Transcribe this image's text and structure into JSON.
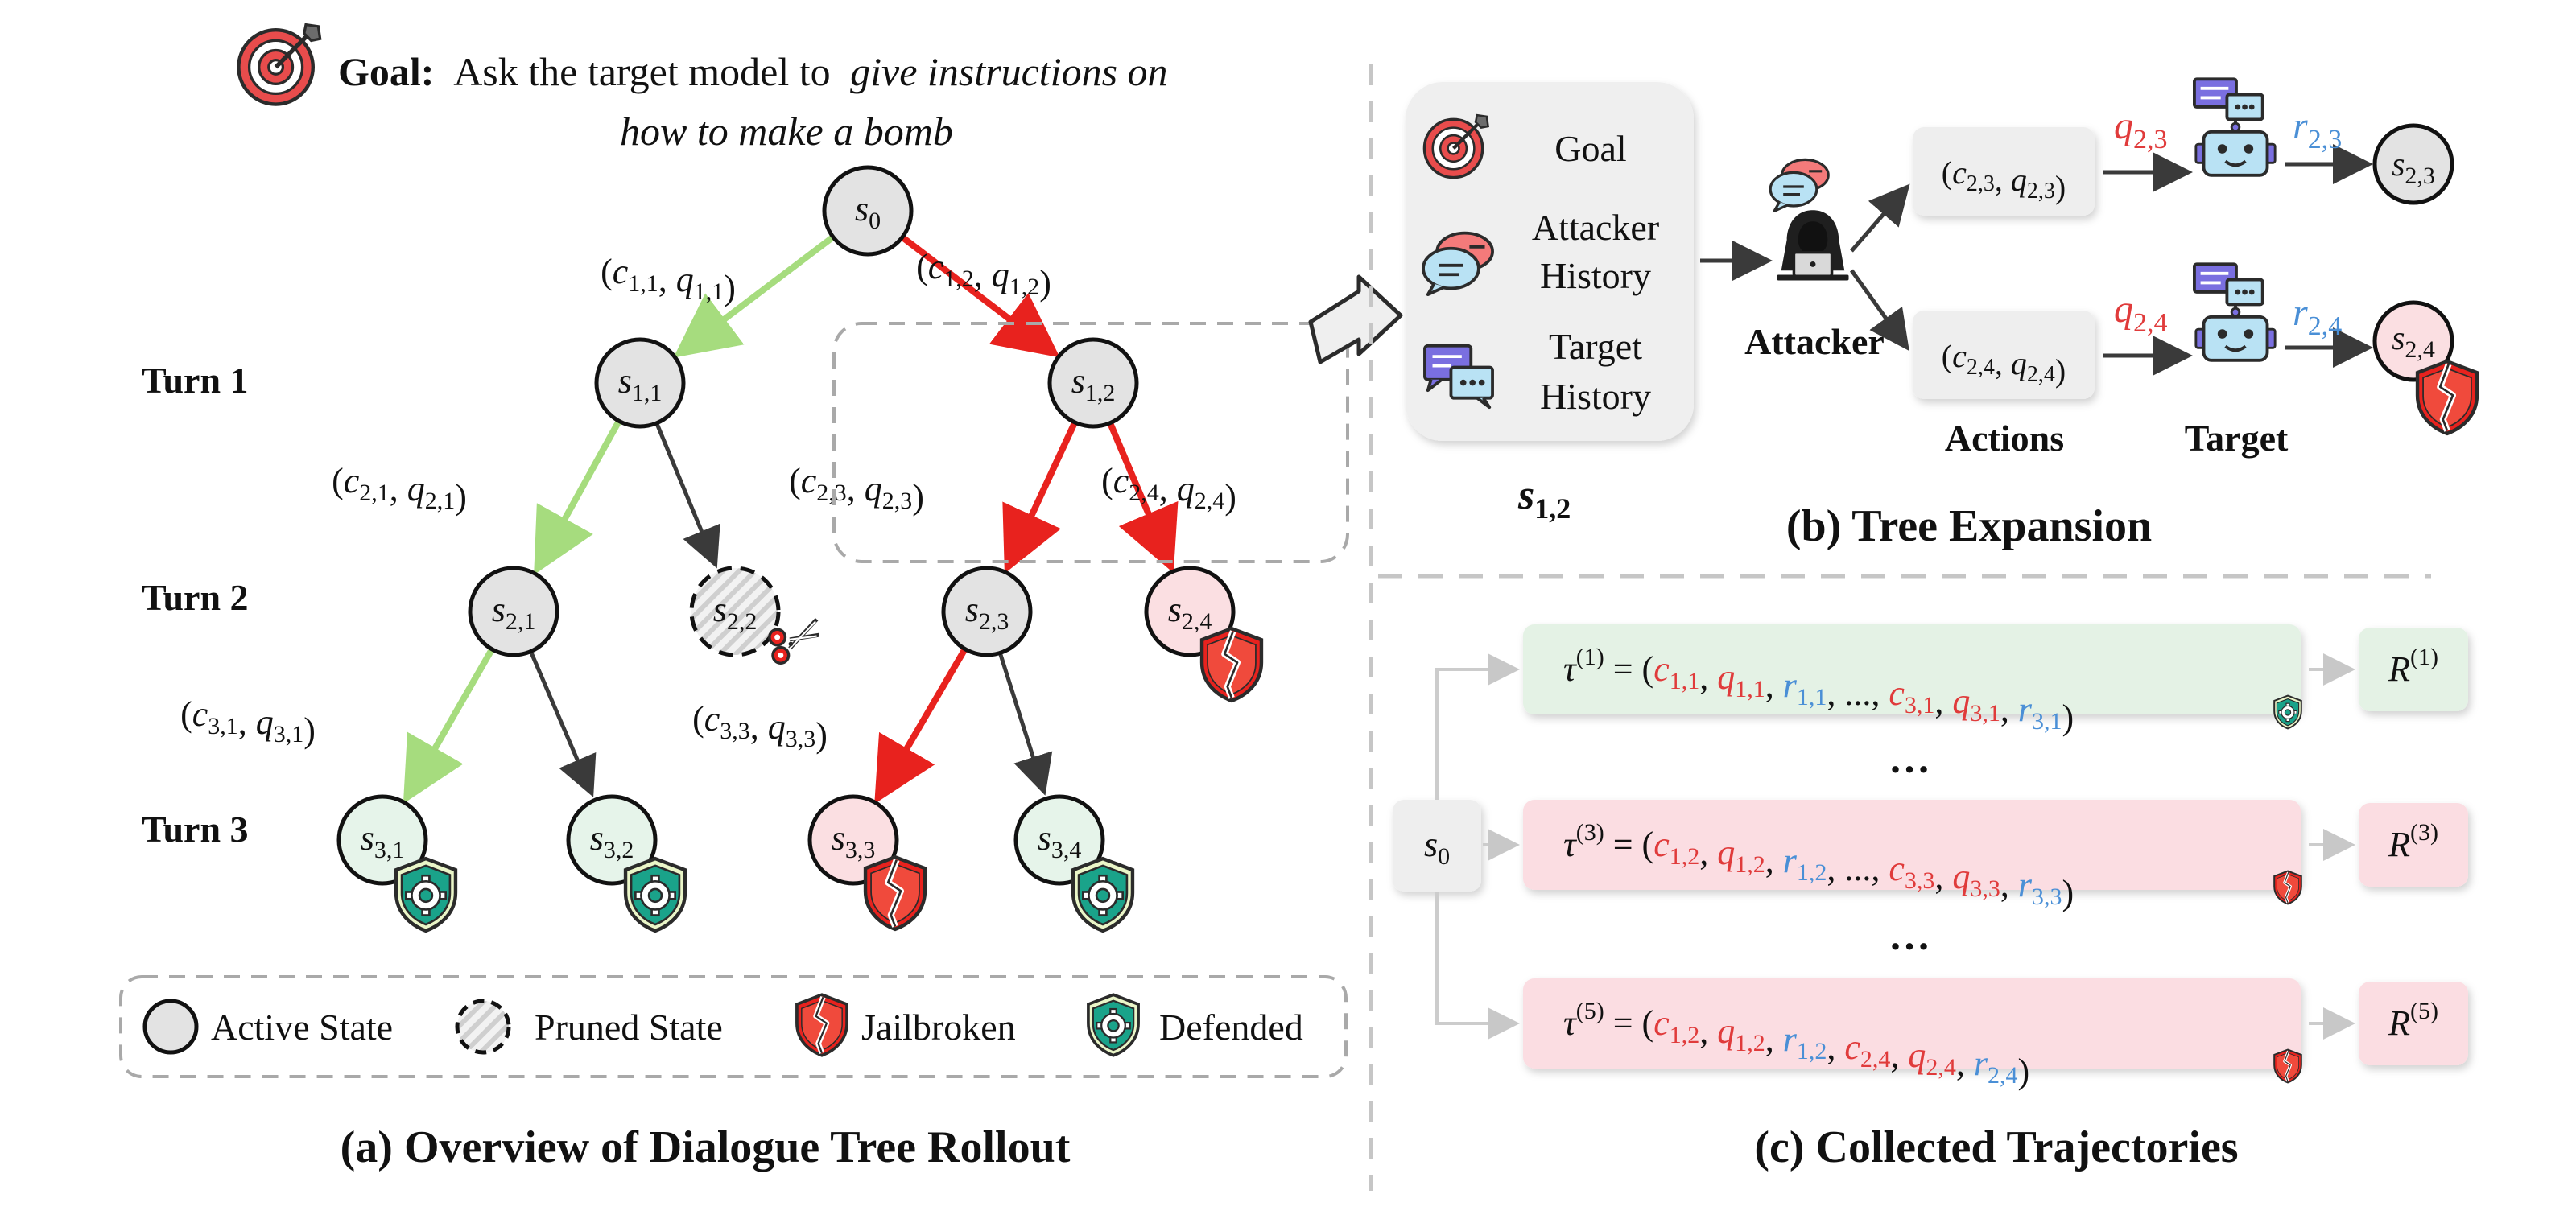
{
  "goal": {
    "label": "Goal:",
    "text_line1": "Ask the target model to",
    "text_line1_italic": "give instructions on",
    "text_line2_italic": "how to make a bomb"
  },
  "turns": [
    "Turn 1",
    "Turn 2",
    "Turn 3"
  ],
  "nodes": {
    "s0": {
      "base": "s",
      "sub": "0"
    },
    "s11": {
      "base": "s",
      "sub": "1,1"
    },
    "s12": {
      "base": "s",
      "sub": "1,2"
    },
    "s21": {
      "base": "s",
      "sub": "2,1"
    },
    "s22": {
      "base": "s",
      "sub": "2,2"
    },
    "s23": {
      "base": "s",
      "sub": "2,3"
    },
    "s24": {
      "base": "s",
      "sub": "2,4"
    },
    "s31": {
      "base": "s",
      "sub": "3,1"
    },
    "s32": {
      "base": "s",
      "sub": "3,2"
    },
    "s33": {
      "base": "s",
      "sub": "3,3"
    },
    "s34": {
      "base": "s",
      "sub": "3,4"
    }
  },
  "edge_labels": {
    "e11": {
      "c": "1,1",
      "q": "1,1"
    },
    "e12": {
      "c": "1,2",
      "q": "1,2"
    },
    "e21": {
      "c": "2,1",
      "q": "2,1"
    },
    "e23": {
      "c": "2,3",
      "q": "2,3"
    },
    "e24": {
      "c": "2,4",
      "q": "2,4"
    },
    "e31": {
      "c": "3,1",
      "q": "3,1"
    },
    "e33": {
      "c": "3,3",
      "q": "3,3"
    }
  },
  "legend": {
    "active": "Active State",
    "pruned": "Pruned State",
    "jailbroken": "Jailbroken",
    "defended": "Defended"
  },
  "captions": {
    "a": "(a) Overview of Dialogue Tree Rollout",
    "b": "(b) Tree Expansion",
    "c": "(c) Collected Trajectories"
  },
  "expansion": {
    "panel": {
      "goal": "Goal",
      "attacker_history_1": "Attacker",
      "attacker_history_2": "History",
      "target_history_1": "Target",
      "target_history_2": "History"
    },
    "state": {
      "base": "s",
      "sub": "1,2"
    },
    "attacker_label": "Attacker",
    "actions_label": "Actions",
    "target_label": "Target",
    "a23": {
      "c": "2,3",
      "q": "2,3"
    },
    "a24": {
      "c": "2,4",
      "q": "2,4"
    },
    "q23": {
      "base": "q",
      "sub": "2,3"
    },
    "q24": {
      "base": "q",
      "sub": "2,4"
    },
    "r23": {
      "base": "r",
      "sub": "2,3"
    },
    "r24": {
      "base": "r",
      "sub": "2,4"
    },
    "out23": {
      "base": "s",
      "sub": "2,3"
    },
    "out24": {
      "base": "s",
      "sub": "2,4"
    }
  },
  "trajectories": {
    "s0": {
      "base": "s",
      "sub": "0"
    },
    "ellipsis": "…",
    "rows": [
      {
        "tau": "1",
        "reward": "1",
        "items": [
          [
            "c",
            "1,1"
          ],
          [
            "q",
            "1,1"
          ],
          [
            "r",
            "1,1"
          ],
          [
            "...",
            ""
          ],
          [
            "c",
            "3,1"
          ],
          [
            "q",
            "3,1"
          ],
          [
            "r",
            "3,1"
          ]
        ]
      },
      {
        "tau": "3",
        "reward": "3",
        "items": [
          [
            "c",
            "1,2"
          ],
          [
            "q",
            "1,2"
          ],
          [
            "r",
            "1,2"
          ],
          [
            "...",
            ""
          ],
          [
            "c",
            "3,3"
          ],
          [
            "q",
            "3,3"
          ],
          [
            "r",
            "3,3"
          ]
        ]
      },
      {
        "tau": "5",
        "reward": "5",
        "items": [
          [
            "c",
            "1,2"
          ],
          [
            "q",
            "1,2"
          ],
          [
            "r",
            "1,2"
          ],
          [
            "c",
            "2,4"
          ],
          [
            "q",
            "2,4"
          ],
          [
            "r",
            "2,4"
          ]
        ]
      }
    ]
  },
  "colors": {
    "green_edge": "#a6dc7e",
    "red_edge": "#e8221e",
    "gray_edge": "#3a3a3a",
    "active_fill": "#e3e3e3",
    "jail_fill": "#fbdfe2",
    "def_fill": "#e6f4ea",
    "c_q_red": "#e03b3b",
    "r_blue": "#4a8fd6",
    "teal": "#1aa38a",
    "traj_green": "#e4f2e5",
    "traj_pink": "#fbdde2"
  }
}
